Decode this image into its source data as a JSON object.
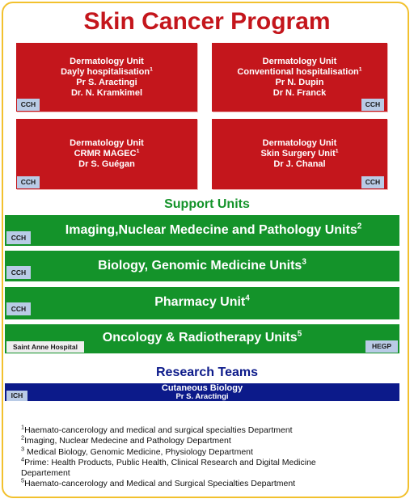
{
  "title": "Skin Cancer Program",
  "colors": {
    "frame": "#f2c12e",
    "unit": "#c4161c",
    "support": "#14932a",
    "research": "#0c1a8a",
    "tag": "#b9cbe6"
  },
  "units": [
    {
      "line1": "Dermatology Unit",
      "line2": "Dayly hospitalisation",
      "line2_sup": "1",
      "line3": "Pr  S. Aractingi",
      "line4": "Dr. N. Kramkimel",
      "tag": "CCH"
    },
    {
      "line1": "Dermatology Unit",
      "line2": "Conventional  hospitalisation",
      "line2_sup": "1",
      "line3": "Pr  N. Dupin",
      "line4": "Dr N. Franck",
      "tag": "CCH"
    },
    {
      "line1": "Dermatology Unit",
      "line2": "CRMR MAGEC",
      "line2_sup": "1",
      "line3": "Dr S. Guégan",
      "tag": "CCH"
    },
    {
      "line1": "Dermatology Unit",
      "line2": "Skin Surgery Unit",
      "line2_sup": "1",
      "line3": "Dr J. Chanal",
      "tag": "CCH"
    }
  ],
  "support": {
    "heading": "Support Units",
    "bars": [
      {
        "label": "Imaging,Nuclear Medecine and Pathology Units",
        "sup": "2",
        "tag_left": "CCH"
      },
      {
        "label": "Biology, Genomic Medicine Units",
        "sup": "3",
        "tag_left": "CCH"
      },
      {
        "label": "Pharmacy Unit",
        "sup": "4",
        "tag_left": "CCH"
      },
      {
        "label": "Oncology & Radiotherapy Units",
        "sup": "5",
        "tag_left": "Saint Anne Hospital",
        "tag_right": "HEGP"
      }
    ]
  },
  "research": {
    "heading": "Research Teams",
    "bar": {
      "line1": "Cutaneous Biology",
      "line2": "Pr S. Aractingi",
      "tag": "ICH"
    }
  },
  "footnotes": [
    {
      "num": "1",
      "text": "Haemato-cancerology and medical and surgical specialties Department"
    },
    {
      "num": "2",
      "text": "Imaging, Nuclear Medecine and Pathology Department"
    },
    {
      "num": "3",
      "text": " Medical Biology, Genomic Medicine, Physiology Department"
    },
    {
      "num": "4",
      "text": "Prime: Health Products, Public Health, Clinical Research and Digital Medicine"
    },
    {
      "num": "",
      "text": "Departement"
    },
    {
      "num": "5",
      "text": "Haemato-cancerology and Medical and Surgical Specialties Department"
    }
  ]
}
